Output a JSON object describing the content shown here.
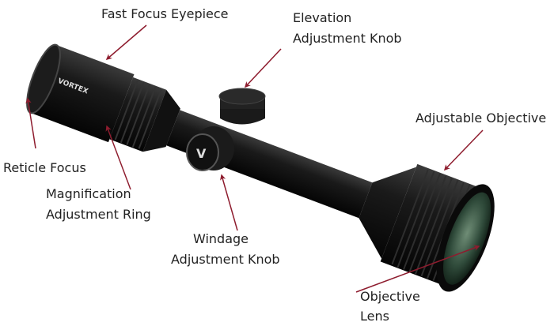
{
  "colors": {
    "arrow": "#8e1c2e",
    "scope_body": "#141414",
    "lens": "#3d5a48"
  },
  "logo_text": "VORTEX",
  "labels": {
    "fast_focus": "Fast Focus Eyepiece",
    "elevation": [
      "Elevation",
      "Adjustment Knob"
    ],
    "adjustable_objective": "Adjustable Objective",
    "reticle_focus": "Reticle Focus",
    "magnification": [
      "Magnification",
      "Adjustment Ring"
    ],
    "windage": [
      "Windage",
      "Adjustment Knob"
    ],
    "objective_lens": [
      "Objective",
      "Lens"
    ]
  }
}
